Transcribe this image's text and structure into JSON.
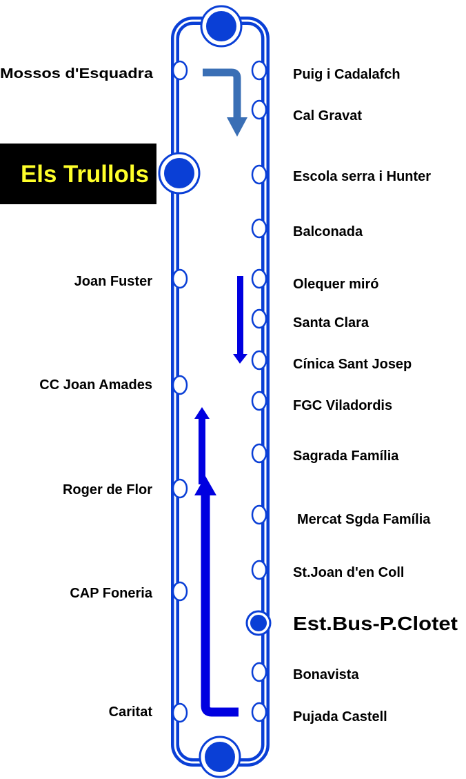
{
  "colors": {
    "route": "#0a3fd6",
    "route_inner": "#ffffff",
    "arrow_main": "#0000e0",
    "arrow_curved": "#3a6fb5",
    "highlight_bg": "#000000",
    "highlight_text": "#ffff2a",
    "text": "#000000"
  },
  "highlight": {
    "label": "Els Trullols"
  },
  "stops_left": [
    {
      "label": "Mossos d'Esquadra"
    },
    {
      "label": "Joan Fuster"
    },
    {
      "label": "CC Joan Amades"
    },
    {
      "label": "Roger de Flor"
    },
    {
      "label": "CAP Foneria"
    },
    {
      "label": "Caritat"
    }
  ],
  "stops_right": [
    {
      "label": "Puig i Cadalafch"
    },
    {
      "label": "Cal Gravat"
    },
    {
      "label": "Escola serra i Hunter"
    },
    {
      "label": "Balconada"
    },
    {
      "label": "Olequer miró"
    },
    {
      "label": "Santa Clara"
    },
    {
      "label": "Cínica Sant Josep"
    },
    {
      "label": "FGC Viladordis"
    },
    {
      "label": "Sagrada Família"
    },
    {
      "label": "Mercat Sgda Família"
    },
    {
      "label": "St.Joan d'en Coll"
    },
    {
      "label": "Est.Bus-P.Clotet"
    },
    {
      "label": "Bonavista"
    },
    {
      "label": "Pujada Castell"
    }
  ]
}
